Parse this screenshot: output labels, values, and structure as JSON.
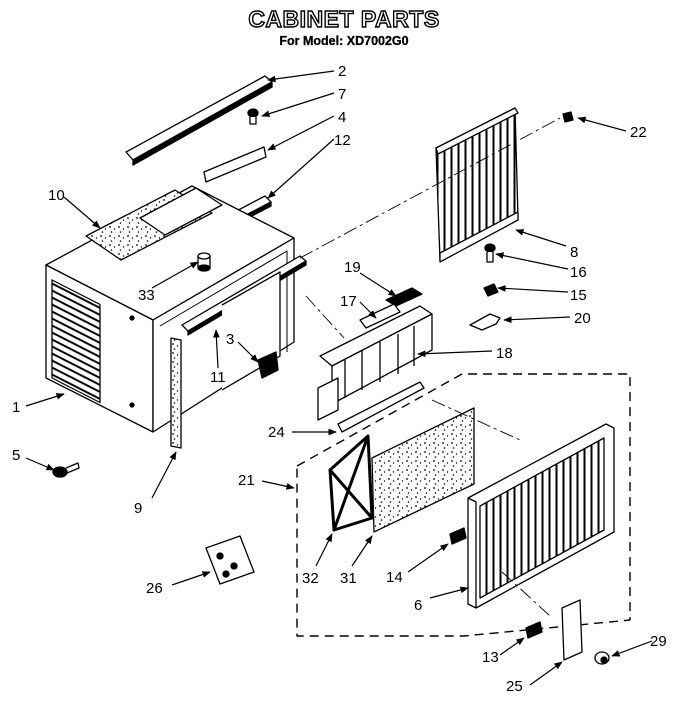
{
  "header": {
    "title": "CABINET PARTS",
    "subtitle_prefix": "For Model:",
    "model": "XD7002G0"
  },
  "callouts": [
    {
      "id": "2",
      "label": "2"
    },
    {
      "id": "7",
      "label": "7"
    },
    {
      "id": "4",
      "label": "4"
    },
    {
      "id": "12",
      "label": "12"
    },
    {
      "id": "10",
      "label": "10"
    },
    {
      "id": "22",
      "label": "22"
    },
    {
      "id": "8",
      "label": "8"
    },
    {
      "id": "16",
      "label": "16"
    },
    {
      "id": "15",
      "label": "15"
    },
    {
      "id": "19",
      "label": "19"
    },
    {
      "id": "17",
      "label": "17"
    },
    {
      "id": "20",
      "label": "20"
    },
    {
      "id": "18",
      "label": "18"
    },
    {
      "id": "33",
      "label": "33"
    },
    {
      "id": "3",
      "label": "3"
    },
    {
      "id": "11",
      "label": "11"
    },
    {
      "id": "1",
      "label": "1"
    },
    {
      "id": "24",
      "label": "24"
    },
    {
      "id": "5",
      "label": "5"
    },
    {
      "id": "9",
      "label": "9"
    },
    {
      "id": "21",
      "label": "21"
    },
    {
      "id": "32",
      "label": "32"
    },
    {
      "id": "31",
      "label": "31"
    },
    {
      "id": "14",
      "label": "14"
    },
    {
      "id": "6",
      "label": "6"
    },
    {
      "id": "26",
      "label": "26"
    },
    {
      "id": "13",
      "label": "13"
    },
    {
      "id": "29",
      "label": "29"
    },
    {
      "id": "25",
      "label": "25"
    }
  ]
}
